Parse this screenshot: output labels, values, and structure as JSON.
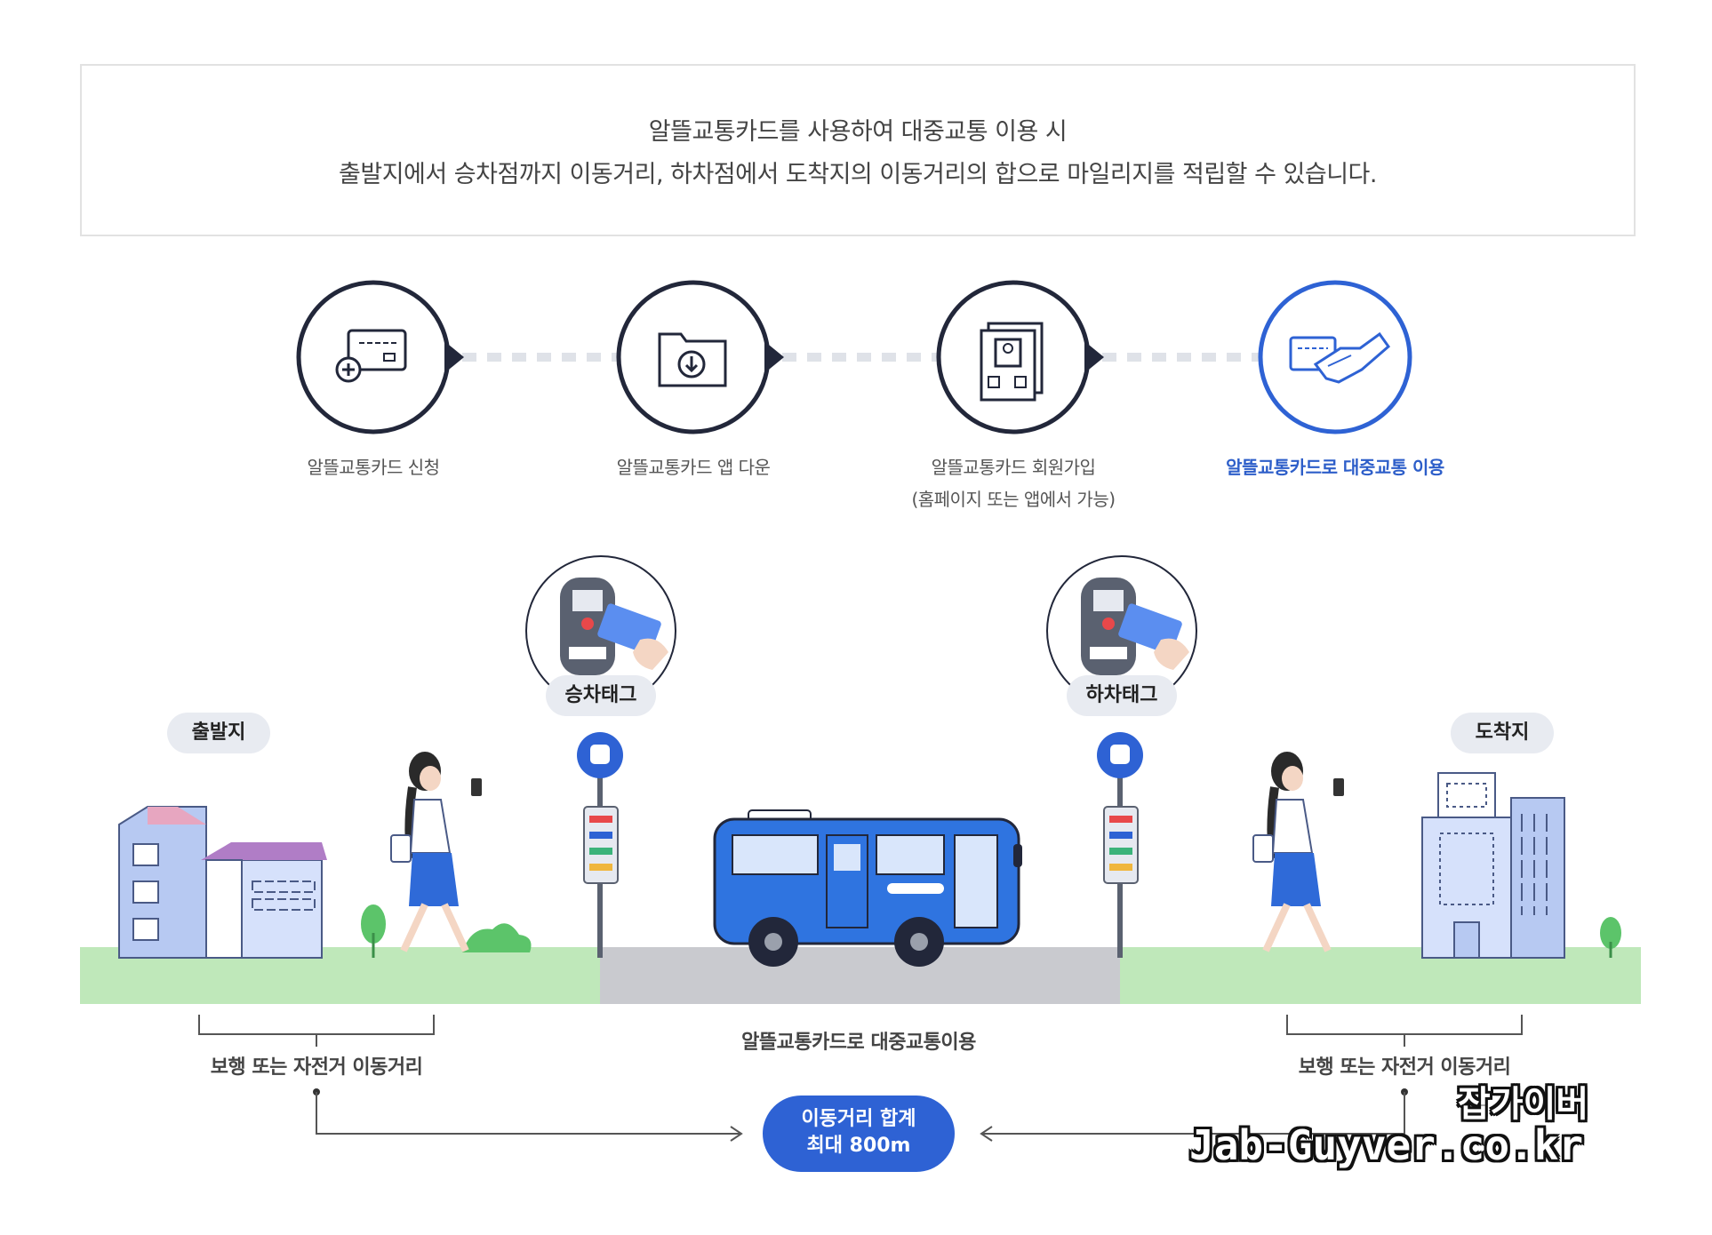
{
  "intro": {
    "line1": "알뜰교통카드를 사용하여 대중교통 이용 시",
    "line2": "출발지에서 승차점까지 이동거리, 하차점에서 도착지의 이동거리의 합으로 마일리지를 적립할 수 있습니다."
  },
  "steps": [
    {
      "label": "알뜰교통카드 신청",
      "icon": "card-add-icon"
    },
    {
      "label": "알뜰교통카드 앱 다운",
      "icon": "folder-download-icon"
    },
    {
      "label": "알뜰교통카드 회원가입",
      "sub": "(홈페이지 또는 앱에서 가능)",
      "icon": "member-id-icon"
    },
    {
      "label": "알뜰교통카드로 대중교통 이용",
      "icon": "card-handshake-icon",
      "active": true
    }
  ],
  "scene": {
    "origin_label": "출발지",
    "destination_label": "도착지",
    "boarding_tag": "승차태그",
    "alighting_tag": "하차태그",
    "walk_left": "보행 또는 자전거 이동거리",
    "walk_right": "보행 또는 자전거 이동거리",
    "transit_label": "알뜰교통카드로 대중교통이용",
    "sum_line1": "이동거리 합계",
    "sum_line2": "최대 800m"
  },
  "watermark": {
    "line1": "잡가이버",
    "line2": "Jab-Guyver.co.kr"
  },
  "colors": {
    "accent": "#2e62d4",
    "dark": "#22273a",
    "grass": "#bfe8ba",
    "road": "#c9cacf",
    "bus": "#2f74e0"
  }
}
